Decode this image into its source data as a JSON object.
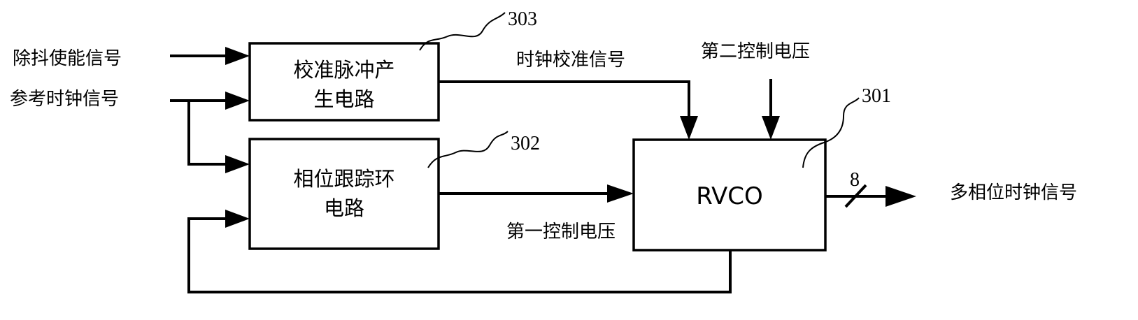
{
  "blocks": {
    "calibration_pulse": {
      "line1": "校准脉冲产",
      "line2": "生电路",
      "ref": "303"
    },
    "phase_tracking": {
      "line1": "相位跟踪环",
      "line2": "电路",
      "ref": "302"
    },
    "rvco": {
      "label": "RVCO",
      "ref": "301"
    }
  },
  "signals": {
    "dejitter_enable": "除抖使能信号",
    "reference_clock": "参考时钟信号",
    "clock_calibration": "时钟校准信号",
    "second_control_voltage": "第二控制电压",
    "first_control_voltage": "第一控制电压",
    "multiphase_clock": "多相位时钟信号",
    "bus_width": "8"
  }
}
